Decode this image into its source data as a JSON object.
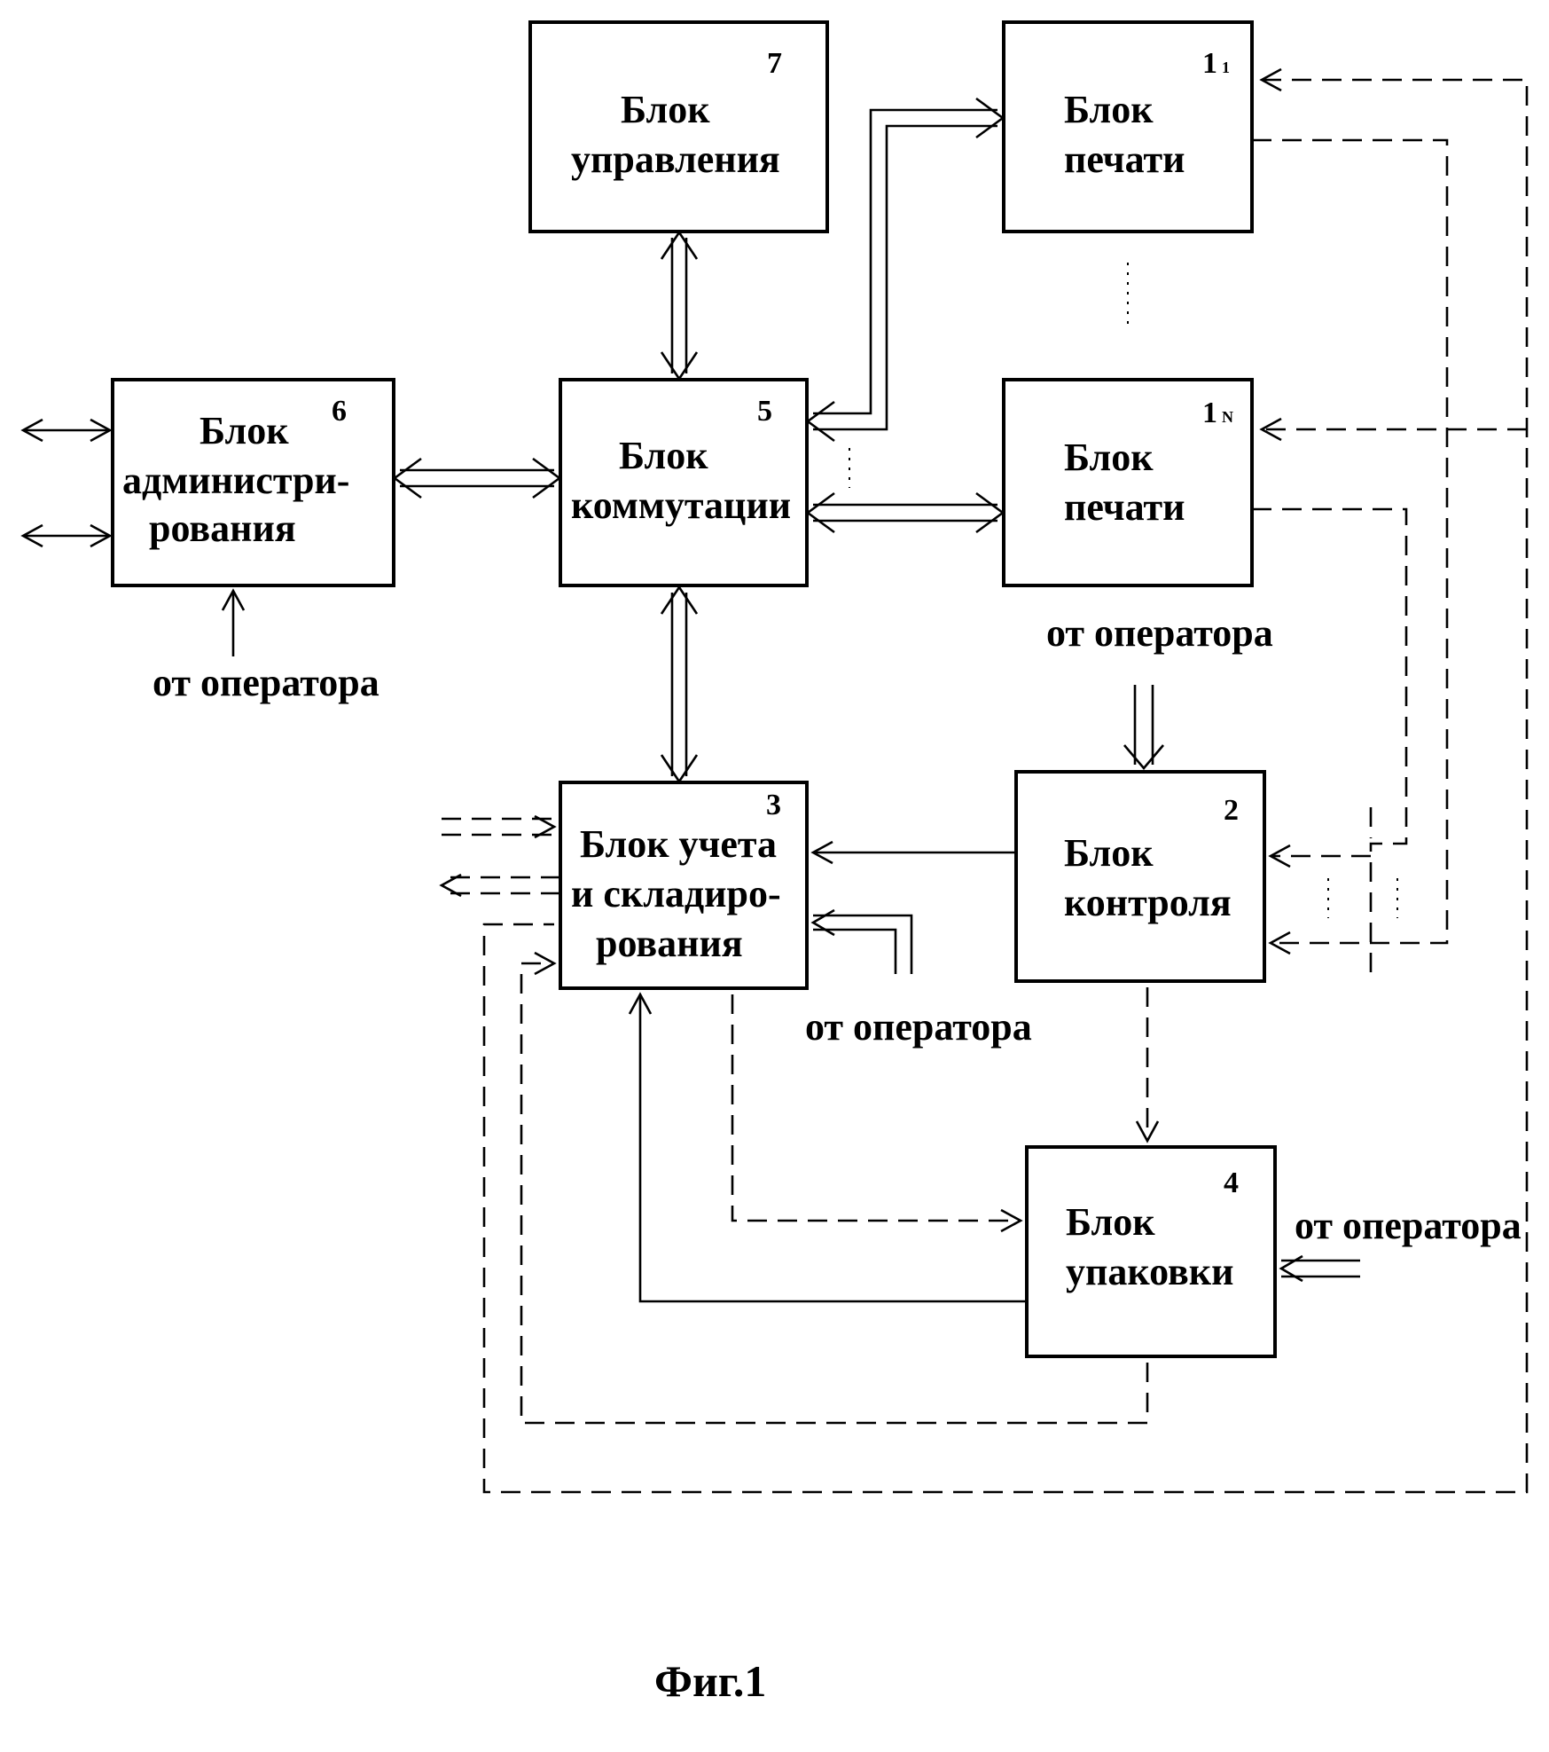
{
  "figure_caption": "Фиг.1",
  "operator_label": "от оператора",
  "blocks": {
    "control": {
      "number": "7",
      "lines": [
        "Блок",
        "управления"
      ]
    },
    "print1": {
      "number": "1",
      "sub": "1",
      "lines": [
        "Блок",
        "печати"
      ]
    },
    "printN": {
      "number": "1",
      "sub": "N",
      "lines": [
        "Блок",
        "печати"
      ]
    },
    "admin": {
      "number": "6",
      "lines": [
        "Блок",
        "администри-",
        "рования"
      ]
    },
    "switch": {
      "number": "5",
      "lines": [
        "Блок",
        "коммутации"
      ]
    },
    "accounting": {
      "number": "3",
      "lines": [
        "Блок учета",
        "и складиро-",
        "рования"
      ]
    },
    "inspection": {
      "number": "2",
      "lines": [
        "Блок",
        "контроля"
      ]
    },
    "packing": {
      "number": "4",
      "lines": [
        "Блок",
        "упаковки"
      ]
    }
  }
}
